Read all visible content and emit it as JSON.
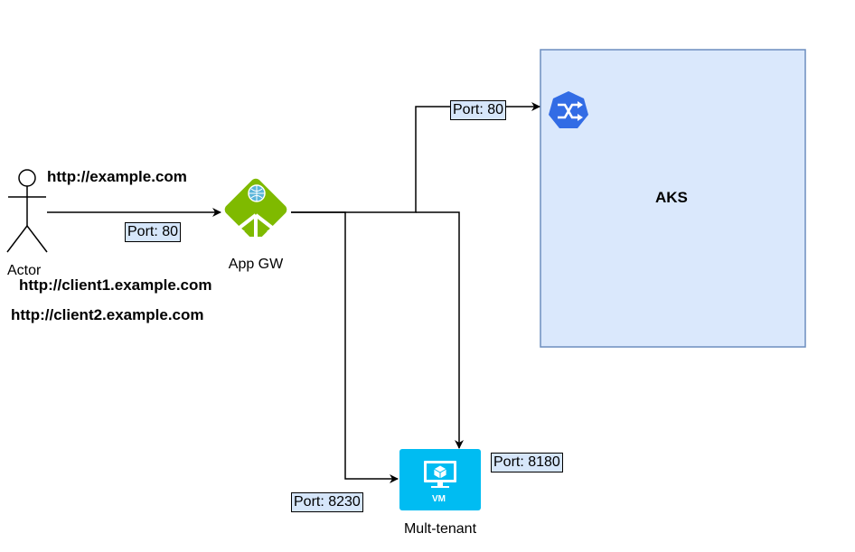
{
  "nodes": {
    "actor": {
      "label": "Actor"
    },
    "appgw": {
      "label": "App GW"
    },
    "aks": {
      "label": "AKS"
    },
    "vm": {
      "label": "Mult-tenant",
      "badge": "VM"
    }
  },
  "urls": [
    "http://example.com",
    "http://client1.example.com",
    "http://client2.example.com"
  ],
  "ports": {
    "actor_to_gw": "Port: 80",
    "gw_to_aks": "Port: 80",
    "gw_to_vm_a": "Port: 8230",
    "gw_to_vm_b": "Port: 8180"
  },
  "colors": {
    "aks_fill": "#dae8fc",
    "aks_stroke": "#6c8ebf",
    "port_fill": "#d6e6fa",
    "appgw_green": "#7fba00",
    "vm_blue": "#00bcf2",
    "k8s_blue": "#326ce5"
  },
  "icons": {
    "actor": "stick-figure-icon",
    "appgw": "application-gateway-icon",
    "aks": "kubernetes-service-icon",
    "vm": "virtual-machine-icon"
  }
}
